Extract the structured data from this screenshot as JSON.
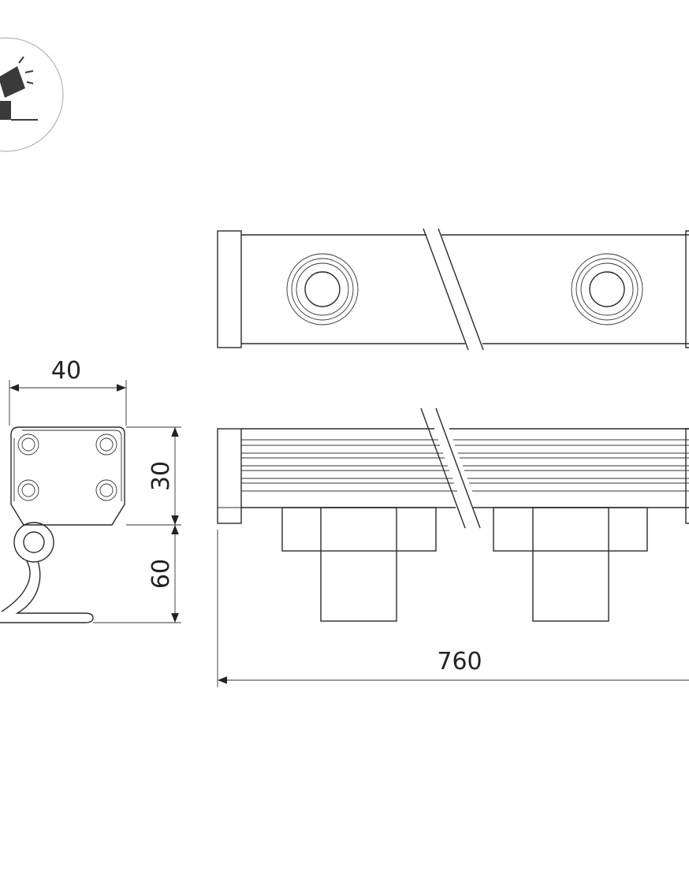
{
  "drawing": {
    "dimensions": {
      "width": "40",
      "height_body": "30",
      "height_bracket": "60",
      "length": "760"
    },
    "colors": {
      "line": "#2b2b2b",
      "icon_fill": "#3a3a3a"
    },
    "icon": "spotlight-icon"
  }
}
